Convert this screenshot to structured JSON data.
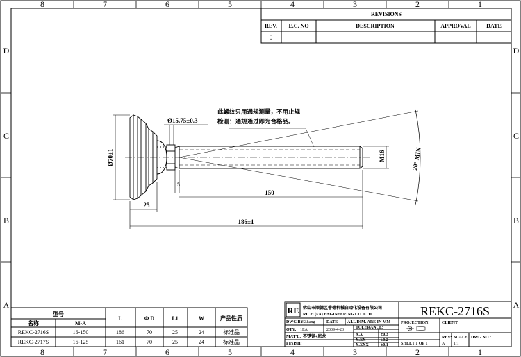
{
  "grid": {
    "cols_top": [
      "8",
      "7",
      "6",
      "5",
      "4",
      "3",
      "2",
      "1"
    ],
    "cols_bottom": [
      "8",
      "7",
      "6",
      "5",
      "4",
      "3",
      "2",
      "1"
    ],
    "rows_left": [
      "D",
      "C",
      "B",
      "A"
    ],
    "rows_right": [
      "D",
      "C",
      "B",
      "A"
    ]
  },
  "revisions": {
    "title": "REVISIONS",
    "headers": [
      "REV.",
      "E.C. NO",
      "DESCRIPTION",
      "APPROVAL",
      "DATE"
    ],
    "rows": [
      [
        "0",
        "",
        "",
        "",
        ""
      ]
    ]
  },
  "drawing": {
    "note_line1": "此螺纹只用通规测量，不用止规",
    "note_line2": "检测：通规通过即为合格品。",
    "dim_neck": "Ø15.75±0.3",
    "dim_base_dia": "Ø70±1",
    "dim_thread": "M16",
    "dim_angle": "20° MIN",
    "dim_small": "5",
    "dim_thread_len": "150",
    "dim_base_h": "25",
    "dim_total": "186±1"
  },
  "spec_table": {
    "h_model": "型号",
    "h_name": "名称",
    "h_ma": "M-A",
    "h_L": "L",
    "h_D": "Φ D",
    "h_L1": "L1",
    "h_W": "W",
    "h_prop": "产品性质",
    "rows": [
      {
        "name": "REKC-2716S",
        "ma": "16-150",
        "L": "186",
        "D": "70",
        "L1": "25",
        "W": "24",
        "prop": "标准品"
      },
      {
        "name": "REKC-2717S",
        "ma": "16-125",
        "L": "161",
        "D": "70",
        "L1": "25",
        "W": "24",
        "prop": "标准品"
      }
    ]
  },
  "title_block": {
    "logo": "RE",
    "company_cn": "佛山市顺德区睿德机械自动化设备有限公司",
    "company_en": "RICH (FA) ENGINEERING CO. LTD.",
    "part_no": "REKC-2716S",
    "dwg_by_label": "DWG BY:",
    "dwg_by_value": "Zhang",
    "date_label": "DATE",
    "date_value": "2009-4-23",
    "dim_note": "ALL DIM. ARE IN MM",
    "qty_label": "QTY:",
    "qty_value": "1EA",
    "matl_label": "MAT'L:",
    "matl_value": "不锈钢+尼龙",
    "finish_label": "FINISH:",
    "tol_title": "TOLERANCE:",
    "tol": [
      [
        "X.X",
        "±0.3"
      ],
      [
        "X.XX",
        "±0.2"
      ],
      [
        "X.XXX",
        "±0.1"
      ]
    ],
    "projection_label": "PROJECTION:",
    "client_label": "CLIENT:",
    "sheet": "SHEET  1  OF  1",
    "rev_label": "REV:",
    "rev_value": "A",
    "scale_label": "SCALE",
    "scale_value": "1:1",
    "dwg_no_label": "DWG NO.:"
  }
}
